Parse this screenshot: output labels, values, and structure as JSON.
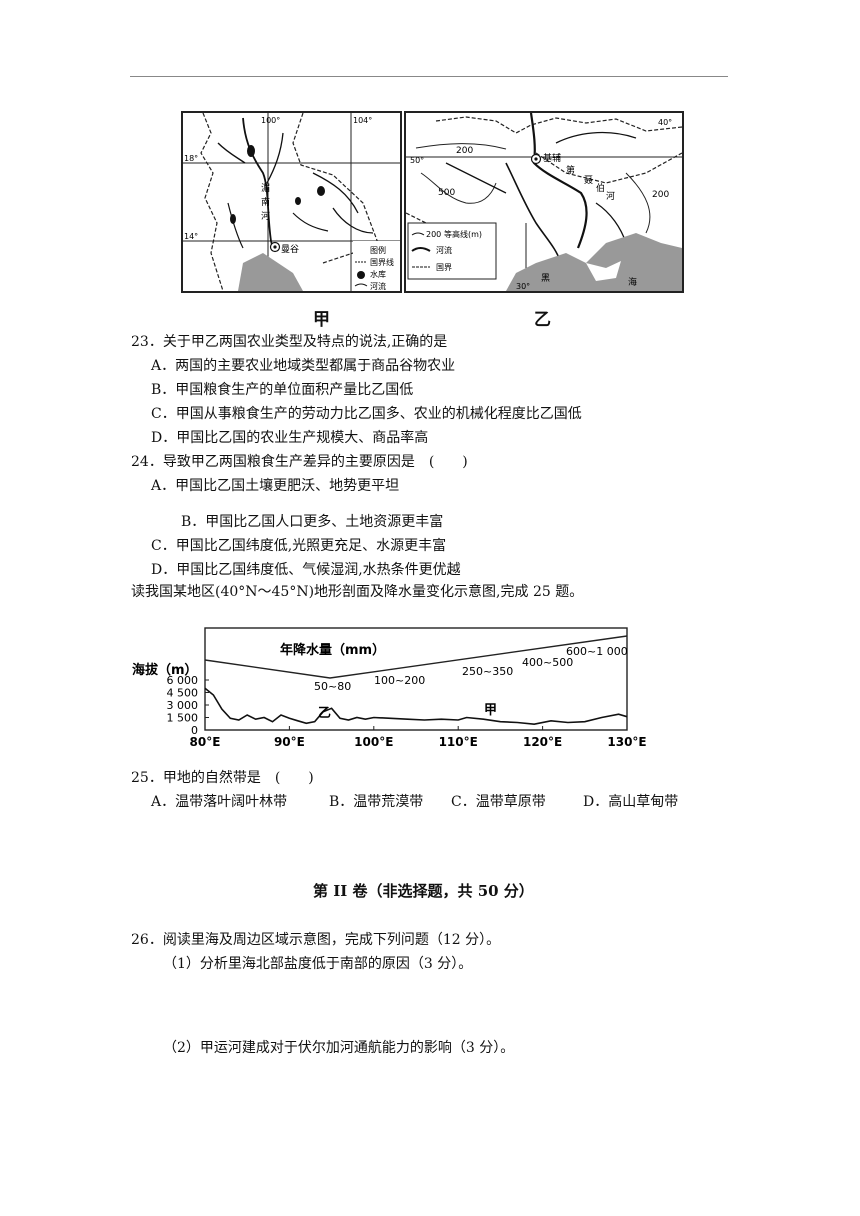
{
  "map_jia": {
    "caption": "甲",
    "lon_100": "100°",
    "lon_104": "104°",
    "lat_18": "18°",
    "lat_14": "14°",
    "river_chars": [
      "湄",
      "南",
      "河"
    ],
    "city": "曼谷",
    "legend_title": "图例",
    "legend_border": "国界线",
    "legend_reservoir": "水库",
    "legend_river": "河流"
  },
  "map_yi": {
    "caption": "乙",
    "lon_40": "40°",
    "lat_50": "50°",
    "lon_30": "30°",
    "contour_200a": "200",
    "contour_500": "500",
    "contour_200b": "200",
    "city": "基辅",
    "river_chars": [
      "第",
      "聂",
      "伯",
      "河"
    ],
    "sea_chars": [
      "黑",
      "海"
    ],
    "legend_contour_value": "200",
    "legend_contour": "等高线(m)",
    "legend_river": "河流",
    "legend_border": "国界"
  },
  "questions": {
    "q23": {
      "stem": "23．关于甲乙两国农业类型及特点的说法,正确的是",
      "A": "A．两国的主要农业地域类型都属于商品谷物农业",
      "B": "B．甲国粮食生产的单位面积产量比乙国低",
      "C": "C．甲国从事粮食生产的劳动力比乙国多、农业的机械化程度比乙国低",
      "D": "D．甲国比乙国的农业生产规模大、商品率高"
    },
    "q24": {
      "stem": "24．导致甲乙两国粮食生产差异的主要原因是　(　　)",
      "A": "A．甲国比乙国土壤更肥沃、地势更平坦",
      "B": "B．甲国比乙国人口更多、土地资源更丰富",
      "C": "C．甲国比乙国纬度低,光照更充足、水源更丰富",
      "D": "D．甲国比乙国纬度低、气候湿润,水热条件更优越"
    },
    "intro25": "读我国某地区(40°N～45°N)地形剖面及降水量变化示意图,完成 25 题。",
    "q25": {
      "stem": "25．甲地的自然带是　(　　)",
      "A": "A．温带落叶阔叶林带",
      "B": "B．温带荒漠带",
      "C": "C．温带草原带",
      "D": "D．高山草甸带"
    },
    "section2": "第 II 卷（非选择题，共 50 分）",
    "q26": {
      "stem": "26．阅读里海及周边区域示意图，完成下列问题（12 分）。",
      "p1": "（1）分析里海北部盐度低于南部的原因（3 分）。",
      "p2": "（2）甲运河建成对于伏尔加河通航能力的影响（3 分）。"
    }
  },
  "chart_data": {
    "type": "line",
    "title": "年降水量（mm）",
    "ylabel": "海拔（m）",
    "y_ticks": [
      "6 000",
      "4 500",
      "3 000",
      "1 500",
      "0"
    ],
    "x_ticks": [
      "80°E",
      "90°E",
      "100°E",
      "110°E",
      "120°E",
      "130°E"
    ],
    "precip_labels": [
      "50~80",
      "100~200",
      "250~350",
      "400~500",
      "600~1 000"
    ],
    "place_labels": [
      "乙",
      "甲"
    ],
    "series": [
      {
        "x": [
          80,
          81,
          82,
          83,
          84,
          85,
          86,
          87,
          88,
          89,
          90,
          91,
          92,
          93,
          94,
          95,
          96,
          97,
          98,
          99,
          100,
          102,
          104,
          106,
          108,
          110,
          111,
          113,
          115,
          117,
          119,
          121,
          123,
          125,
          127,
          129,
          130
        ],
        "y": [
          5000,
          4200,
          2500,
          1400,
          1200,
          1800,
          1300,
          1500,
          1000,
          1800,
          1400,
          1100,
          800,
          1000,
          2200,
          2600,
          1400,
          1200,
          1500,
          1300,
          1500,
          1400,
          1300,
          1200,
          1300,
          1200,
          1500,
          1300,
          1000,
          900,
          700,
          1100,
          900,
          1000,
          1500,
          1900,
          1600
        ]
      }
    ],
    "xlim": [
      80,
      130
    ],
    "ylim": [
      0,
      6000
    ]
  }
}
